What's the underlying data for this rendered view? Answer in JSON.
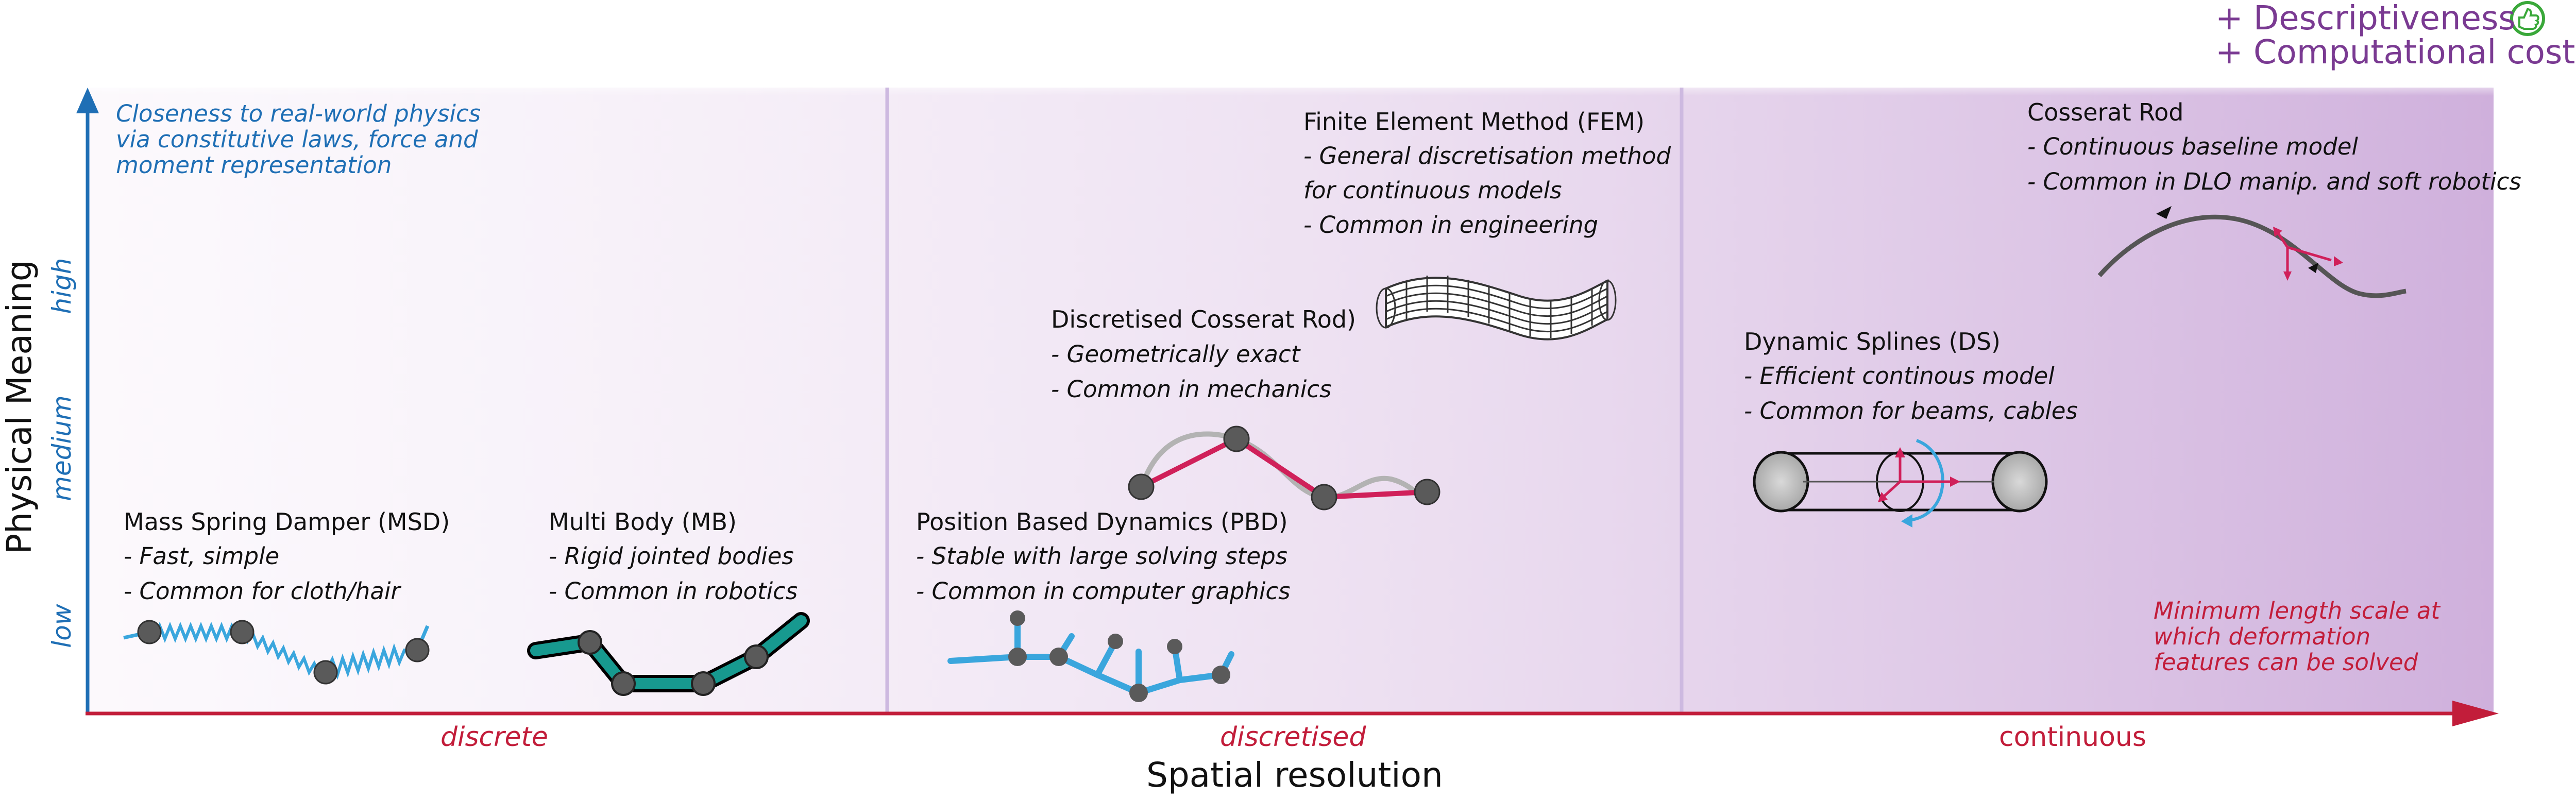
{
  "legend": {
    "descriptiveness": "+ Descriptiveness",
    "cost": "+ Computational cost",
    "descriptiveness_icon": "thumbs-up-icon",
    "cost_icon": "thumbs-down-icon",
    "color_text": "#7a3a92",
    "color_up": "#3aa83a",
    "color_down": "#d0233c"
  },
  "axes": {
    "x_label": "Spatial resolution",
    "y_label": "Physical Meaning",
    "y_ticks": [
      "low",
      "medium",
      "high"
    ],
    "x_regions": [
      "discrete",
      "discretised",
      "continuous"
    ],
    "y_note": [
      "Closeness to real-world physics",
      "via constitutive laws, force and",
      "moment representation"
    ],
    "x_note": [
      "Minimum length scale at",
      "which deformation",
      "features can be solved"
    ],
    "y_color": "#1f6fb5",
    "x_color": "#c21d3a"
  },
  "models": {
    "msd": {
      "title": "Mass Spring Damper (MSD)",
      "points": [
        "- Fast, simple",
        "- Common for cloth/hair"
      ]
    },
    "mb": {
      "title": "Multi Body (MB)",
      "points": [
        "- Rigid jointed bodies",
        "- Common in robotics"
      ]
    },
    "pbd": {
      "title": "Position Based Dynamics (PBD)",
      "points": [
        "- Stable with large solving steps",
        "- Common in computer graphics"
      ]
    },
    "dcr": {
      "title": "Discretised Cosserat Rod)",
      "points": [
        "- Geometrically exact",
        "- Common in mechanics"
      ]
    },
    "fem": {
      "title": "Finite Element Method (FEM)",
      "points": [
        "- General discretisation method",
        "for continuous models",
        "- Common in engineering"
      ]
    },
    "ds": {
      "title": "Dynamic Splines (DS)",
      "points": [
        "- Efficient continous model",
        "- Common for beams, cables"
      ]
    },
    "cr": {
      "title": "Cosserat Rod",
      "points": [
        "- Continuous baseline model",
        "- Common in DLO manip. and soft robotics"
      ]
    }
  }
}
